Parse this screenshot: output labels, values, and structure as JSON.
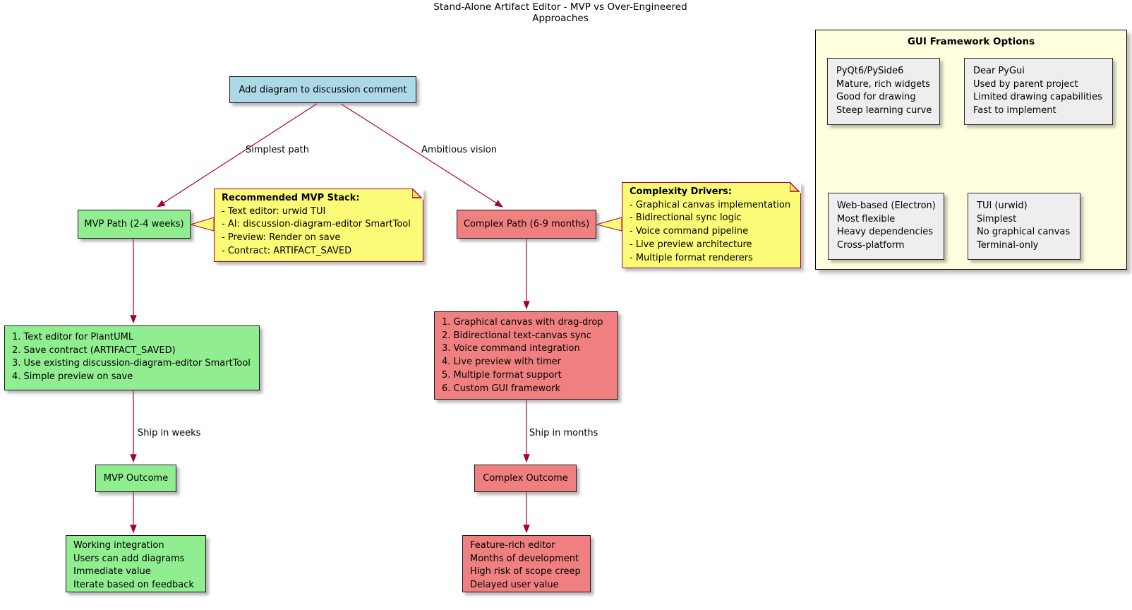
{
  "title": "Stand-Alone Artifact Editor - MVP vs Over-Engineered Approaches",
  "colors": {
    "start_node": "#ADD8E6",
    "mvp_green": "#90EE90",
    "complex_red": "#F08080",
    "note_yellow": "#FBFB77",
    "note_border": "#A80036",
    "arrow": "#A80036",
    "panel_bg": "#FFFFE0",
    "framework_gray": "#EEEEEE",
    "node_border": "#181818"
  },
  "start_node": {
    "label": "Add diagram to discussion comment"
  },
  "edge_labels": {
    "simplest": "Simplest path",
    "ambitious": "Ambitious vision",
    "ship_weeks": "Ship in weeks",
    "ship_months": "Ship in months"
  },
  "mvp": {
    "path_label": "MVP Path (2-4 weeks)",
    "note": {
      "title": "Recommended MVP Stack:",
      "items": [
        "- Text editor: urwid TUI",
        "- AI: discussion-diagram-editor SmartTool",
        "- Preview: Render on save",
        "- Contract: ARTIFACT_SAVED"
      ]
    },
    "steps": [
      "1. Text editor for PlantUML",
      "2. Save contract (ARTIFACT_SAVED)",
      "3. Use existing discussion-diagram-editor SmartTool",
      "4. Simple preview on save"
    ],
    "outcome_label": "MVP Outcome",
    "results": [
      "Working integration",
      "Users can add diagrams",
      "Immediate value",
      "Iterate based on feedback"
    ]
  },
  "complex": {
    "path_label": "Complex Path (6-9 months)",
    "note": {
      "title": "Complexity Drivers:",
      "items": [
        "- Graphical canvas implementation",
        "- Bidirectional sync logic",
        "- Voice command pipeline",
        "- Live preview architecture",
        "- Multiple format renderers"
      ]
    },
    "steps": [
      "1. Graphical canvas with drag-drop",
      "2. Bidirectional text-canvas sync",
      "3. Voice command integration",
      "4. Live preview with timer",
      "5. Multiple format support",
      "6. Custom GUI framework"
    ],
    "outcome_label": "Complex Outcome",
    "results": [
      "Feature-rich editor",
      "Months of development",
      "High risk of scope creep",
      "Delayed user value"
    ]
  },
  "gui_panel": {
    "title": "GUI Framework Options",
    "frameworks": [
      {
        "lines": [
          "PyQt6/PySide6",
          "Mature, rich widgets",
          "Good for drawing",
          "Steep learning curve"
        ]
      },
      {
        "lines": [
          "Dear PyGui",
          "Used by parent project",
          "Limited drawing capabilities",
          "Fast to implement"
        ]
      },
      {
        "lines": [
          "Web-based (Electron)",
          "Most flexible",
          "Heavy dependencies",
          "Cross-platform"
        ]
      },
      {
        "lines": [
          "TUI (urwid)",
          "Simplest",
          "No graphical canvas",
          "Terminal-only"
        ]
      }
    ]
  }
}
